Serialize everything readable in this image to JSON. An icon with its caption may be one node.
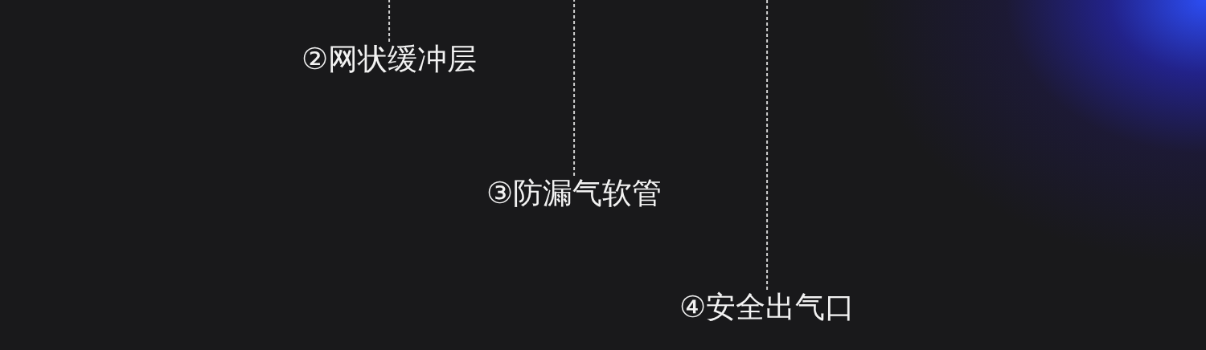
{
  "diagram": {
    "nodes": [
      {
        "text": [
          "②网状缓冲层"
        ]
      },
      {
        "text": [
          "③防漏气软管"
        ]
      },
      {
        "text": [
          "④安全出气口"
        ]
      }
    ],
    "edges": [
      {
        "from": 0,
        "to": null,
        "arrow": "none",
        "style": "dashed"
      },
      {
        "from": 1,
        "to": null,
        "arrow": "none",
        "style": "dashed"
      },
      {
        "from": 2,
        "to": null,
        "arrow": "none",
        "style": "dashed"
      }
    ]
  }
}
